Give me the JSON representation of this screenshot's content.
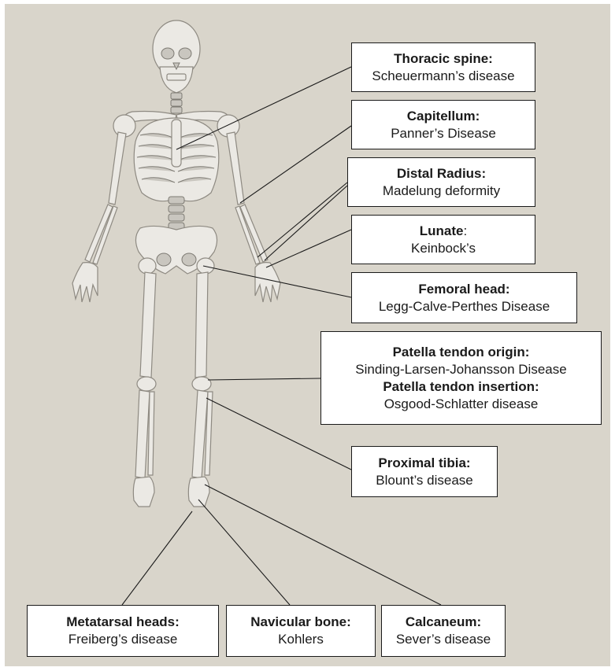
{
  "labels": {
    "thoracic": {
      "title": "Thoracic spine:",
      "disease": "Scheuermann’s disease"
    },
    "capitellum": {
      "title": "Capitellum:",
      "disease": "Panner’s Disease"
    },
    "distal_radius": {
      "title": "Distal Radius:",
      "disease": "Madelung deformity"
    },
    "lunate": {
      "title": "Lunate",
      "title_suffix": ":",
      "disease": "Keinbock’s"
    },
    "femoral_head": {
      "title": "Femoral head:",
      "disease": "Legg-Calve-Perthes Disease"
    },
    "patella": {
      "origin_title": "Patella tendon origin:",
      "origin_disease": "Sinding-Larsen-Johansson Disease",
      "insertion_title": "Patella tendon insertion:",
      "insertion_disease": "Osgood-Schlatter disease"
    },
    "proximal_tibia": {
      "title": "Proximal tibia:",
      "disease": "Blount’s disease"
    },
    "metatarsal": {
      "title": "Metatarsal heads:",
      "disease": "Freiberg’s disease"
    },
    "navicular": {
      "title": "Navicular bone:",
      "disease": "Kohlers"
    },
    "calcaneum": {
      "title": "Calcaneum:",
      "disease": "Sever’s disease"
    }
  },
  "colors": {
    "background": "#d9d5cb",
    "bone": "#ebe9e4",
    "bone_outline": "#8e8a82",
    "box_border": "#1a1a1a"
  }
}
